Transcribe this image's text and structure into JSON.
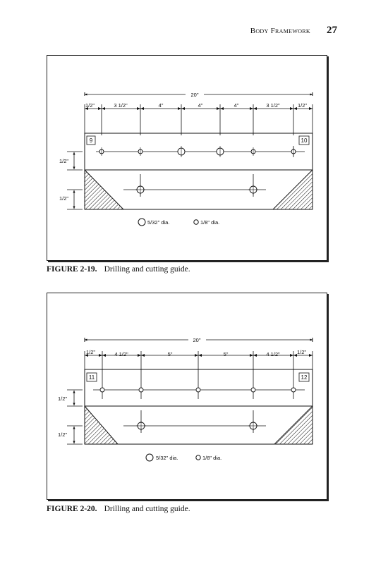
{
  "header": {
    "title": "Body Framework",
    "page_number": "27"
  },
  "figures": [
    {
      "label": "FIGURE 2-19.",
      "caption": "Drilling and cutting guide.",
      "total_length": "20\"",
      "segments": [
        "1/2\"",
        "3 1/2\"",
        "4\"",
        "4\"",
        "4\"",
        "3 1/2\"",
        "1/2\""
      ],
      "left_box": "9",
      "right_box": "10",
      "vertical_dims": [
        "1/2\"",
        "1/2\""
      ],
      "legend_large": "5/32\" dia.",
      "legend_small": "1/8\" dia."
    },
    {
      "label": "FIGURE 2-20.",
      "caption": "Drilling and cutting guide.",
      "total_length": "20\"",
      "segments": [
        "1/2\"",
        "4 1/2\"",
        "5\"",
        "5\"",
        "4 1/2\"",
        "1/2\""
      ],
      "left_box": "11",
      "right_box": "12",
      "vertical_dims": [
        "1/2\"",
        "1/2\""
      ],
      "legend_large": "5/32\" dia.",
      "legend_small": "1/8\" dia."
    }
  ]
}
